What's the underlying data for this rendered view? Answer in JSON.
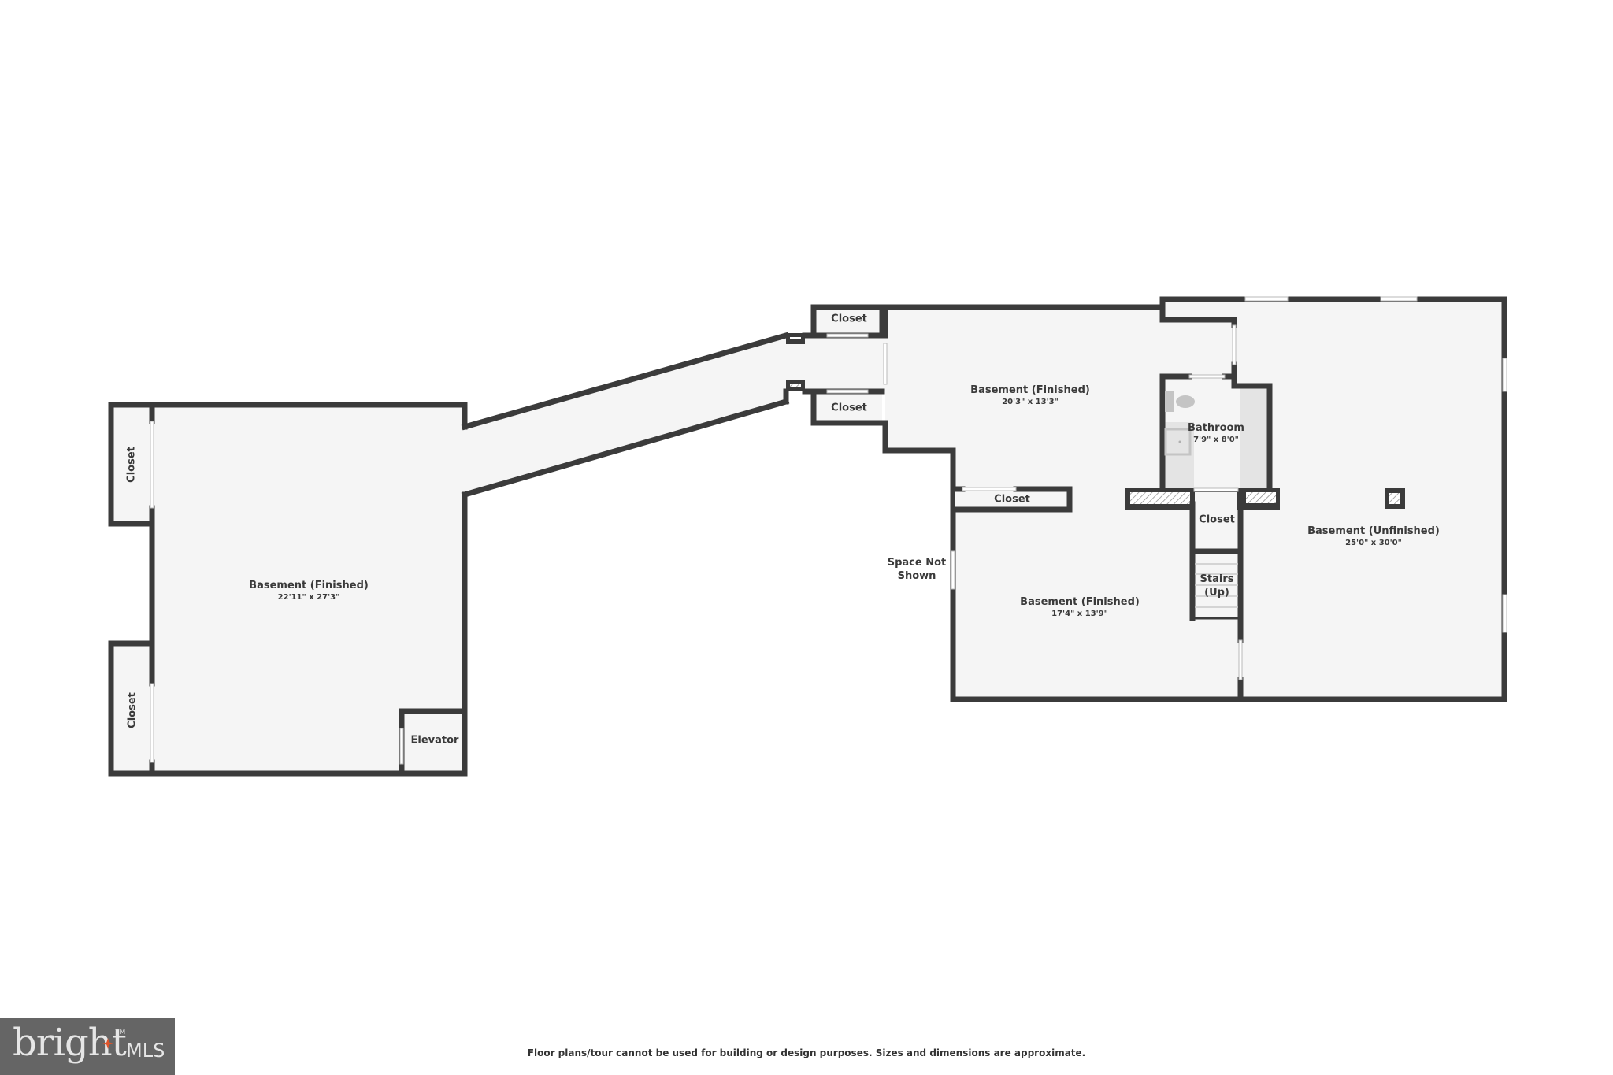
{
  "floorplan": {
    "rooms": [
      {
        "id": "basement-finished-left",
        "name": "Basement (Finished)",
        "dims": "22'11\" x 27'3\""
      },
      {
        "id": "basement-finished-middle",
        "name": "Basement (Finished)",
        "dims": "20'3\" x 13'3\""
      },
      {
        "id": "basement-finished-lower",
        "name": "Basement (Finished)",
        "dims": "17'4\" x 13'9\""
      },
      {
        "id": "basement-unfinished",
        "name": "Basement (Unfinished)",
        "dims": "25'0\" x 30'0\""
      },
      {
        "id": "bathroom",
        "name": "Bathroom",
        "dims": "7'9\" x 8'0\""
      }
    ],
    "labels": {
      "closet_left_top": "Closet",
      "closet_left_bottom": "Closet",
      "elevator": "Elevator",
      "closet_corridor_top": "Closet",
      "closet_corridor_bottom": "Closet",
      "closet_middle": "Closet",
      "closet_center": "Closet",
      "stairs_line1": "Stairs",
      "stairs_line2": "(Up)",
      "space_not_shown_line1": "Space Not",
      "space_not_shown_line2": "Shown"
    },
    "colors": {
      "wall": "#3b3b3b",
      "floor": "#f5f5f5",
      "bath_fixture_area": "#e4e4e4"
    }
  },
  "footer": {
    "disclaimer": "Floor plans/tour cannot be used for building or design purposes. Sizes and dimensions are approximate."
  },
  "logo": {
    "word": "bright",
    "suffix": "MLS",
    "tm": "TM",
    "background": "#656565",
    "accent": "#e0552b"
  }
}
